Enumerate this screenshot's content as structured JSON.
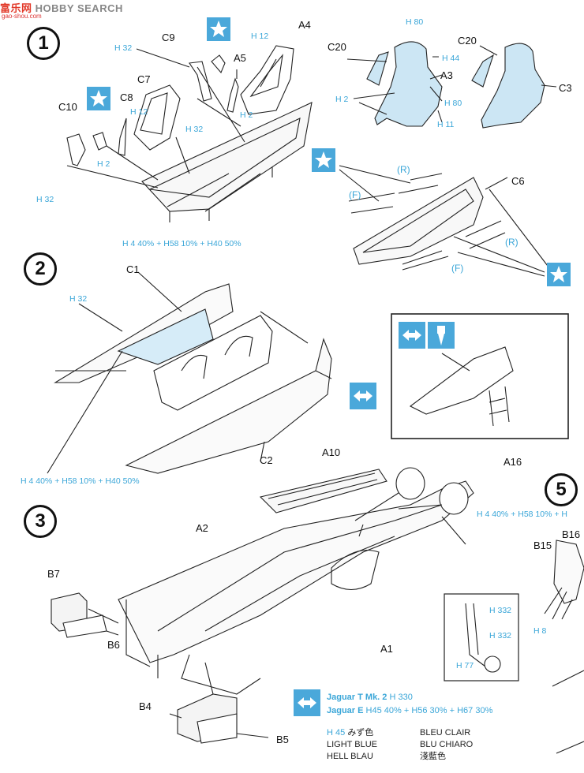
{
  "watermark": {
    "brand_cn": "富乐网",
    "brand_en": "HOBBY SEARCH",
    "url": "gao-shou.com"
  },
  "steps": {
    "s1": "1",
    "s2": "2",
    "s3": "3",
    "s5": "5"
  },
  "step1": {
    "parts": {
      "C9": "C9",
      "A4": "A4",
      "A5": "A5",
      "C7": "C7",
      "C8": "C8",
      "C10": "C10",
      "C20a": "C20",
      "C20b": "C20",
      "A3": "A3",
      "C3": "C3",
      "C6": "C6"
    },
    "paints": {
      "h32a": "H 32",
      "h12a": "H 12",
      "h12b": "H 12",
      "h32b": "H 32",
      "h2a": "H 2",
      "h2b": "H 2",
      "h32c": "H 32",
      "h80a": "H 80",
      "h44": "H 44",
      "h2c": "H 2",
      "h80b": "H 80",
      "h11": "H 11"
    },
    "fr": {
      "r1": "(R)",
      "f1": "(F)",
      "r2": "(R)",
      "f2": "(F)"
    },
    "mix": "H 4 40% + H58 10% + H40 50%"
  },
  "step2": {
    "parts": {
      "C1": "C1",
      "C2": "C2"
    },
    "paints": {
      "h32": "H 32"
    },
    "mix": "H 4 40% + H58 10% + H40 50%"
  },
  "step3": {
    "parts": {
      "A10": "A10",
      "A16": "A16",
      "A2": "A2",
      "B7": "B7",
      "B6": "B6",
      "A1": "A1",
      "B4": "B4",
      "B5": "B5"
    },
    "paints": {
      "h332a": "H 332",
      "h332b": "H 332",
      "h77": "H 77"
    },
    "variants": [
      {
        "name": "Jaguar T Mk. 2",
        "paint": "H 330"
      },
      {
        "name": "Jaguar E",
        "paint": "H45 40% + H56 30% + H67 30%"
      }
    ]
  },
  "step5": {
    "mix": "H 4 40% + H58 10% + H",
    "parts": {
      "B15": "B15",
      "B16": "B16"
    },
    "paints": {
      "h8": "H 8"
    }
  },
  "legend": {
    "code": "H 45",
    "jp": "みず色",
    "fr": "BLEU CLAIR",
    "en": "LIGHT BLUE",
    "it": "BLU CHIARO",
    "de": "HELL BLAU",
    "cn": "淺藍色"
  },
  "colors": {
    "accent": "#4aa8da",
    "paint_text": "#3aa6d8",
    "ink": "#111111"
  }
}
